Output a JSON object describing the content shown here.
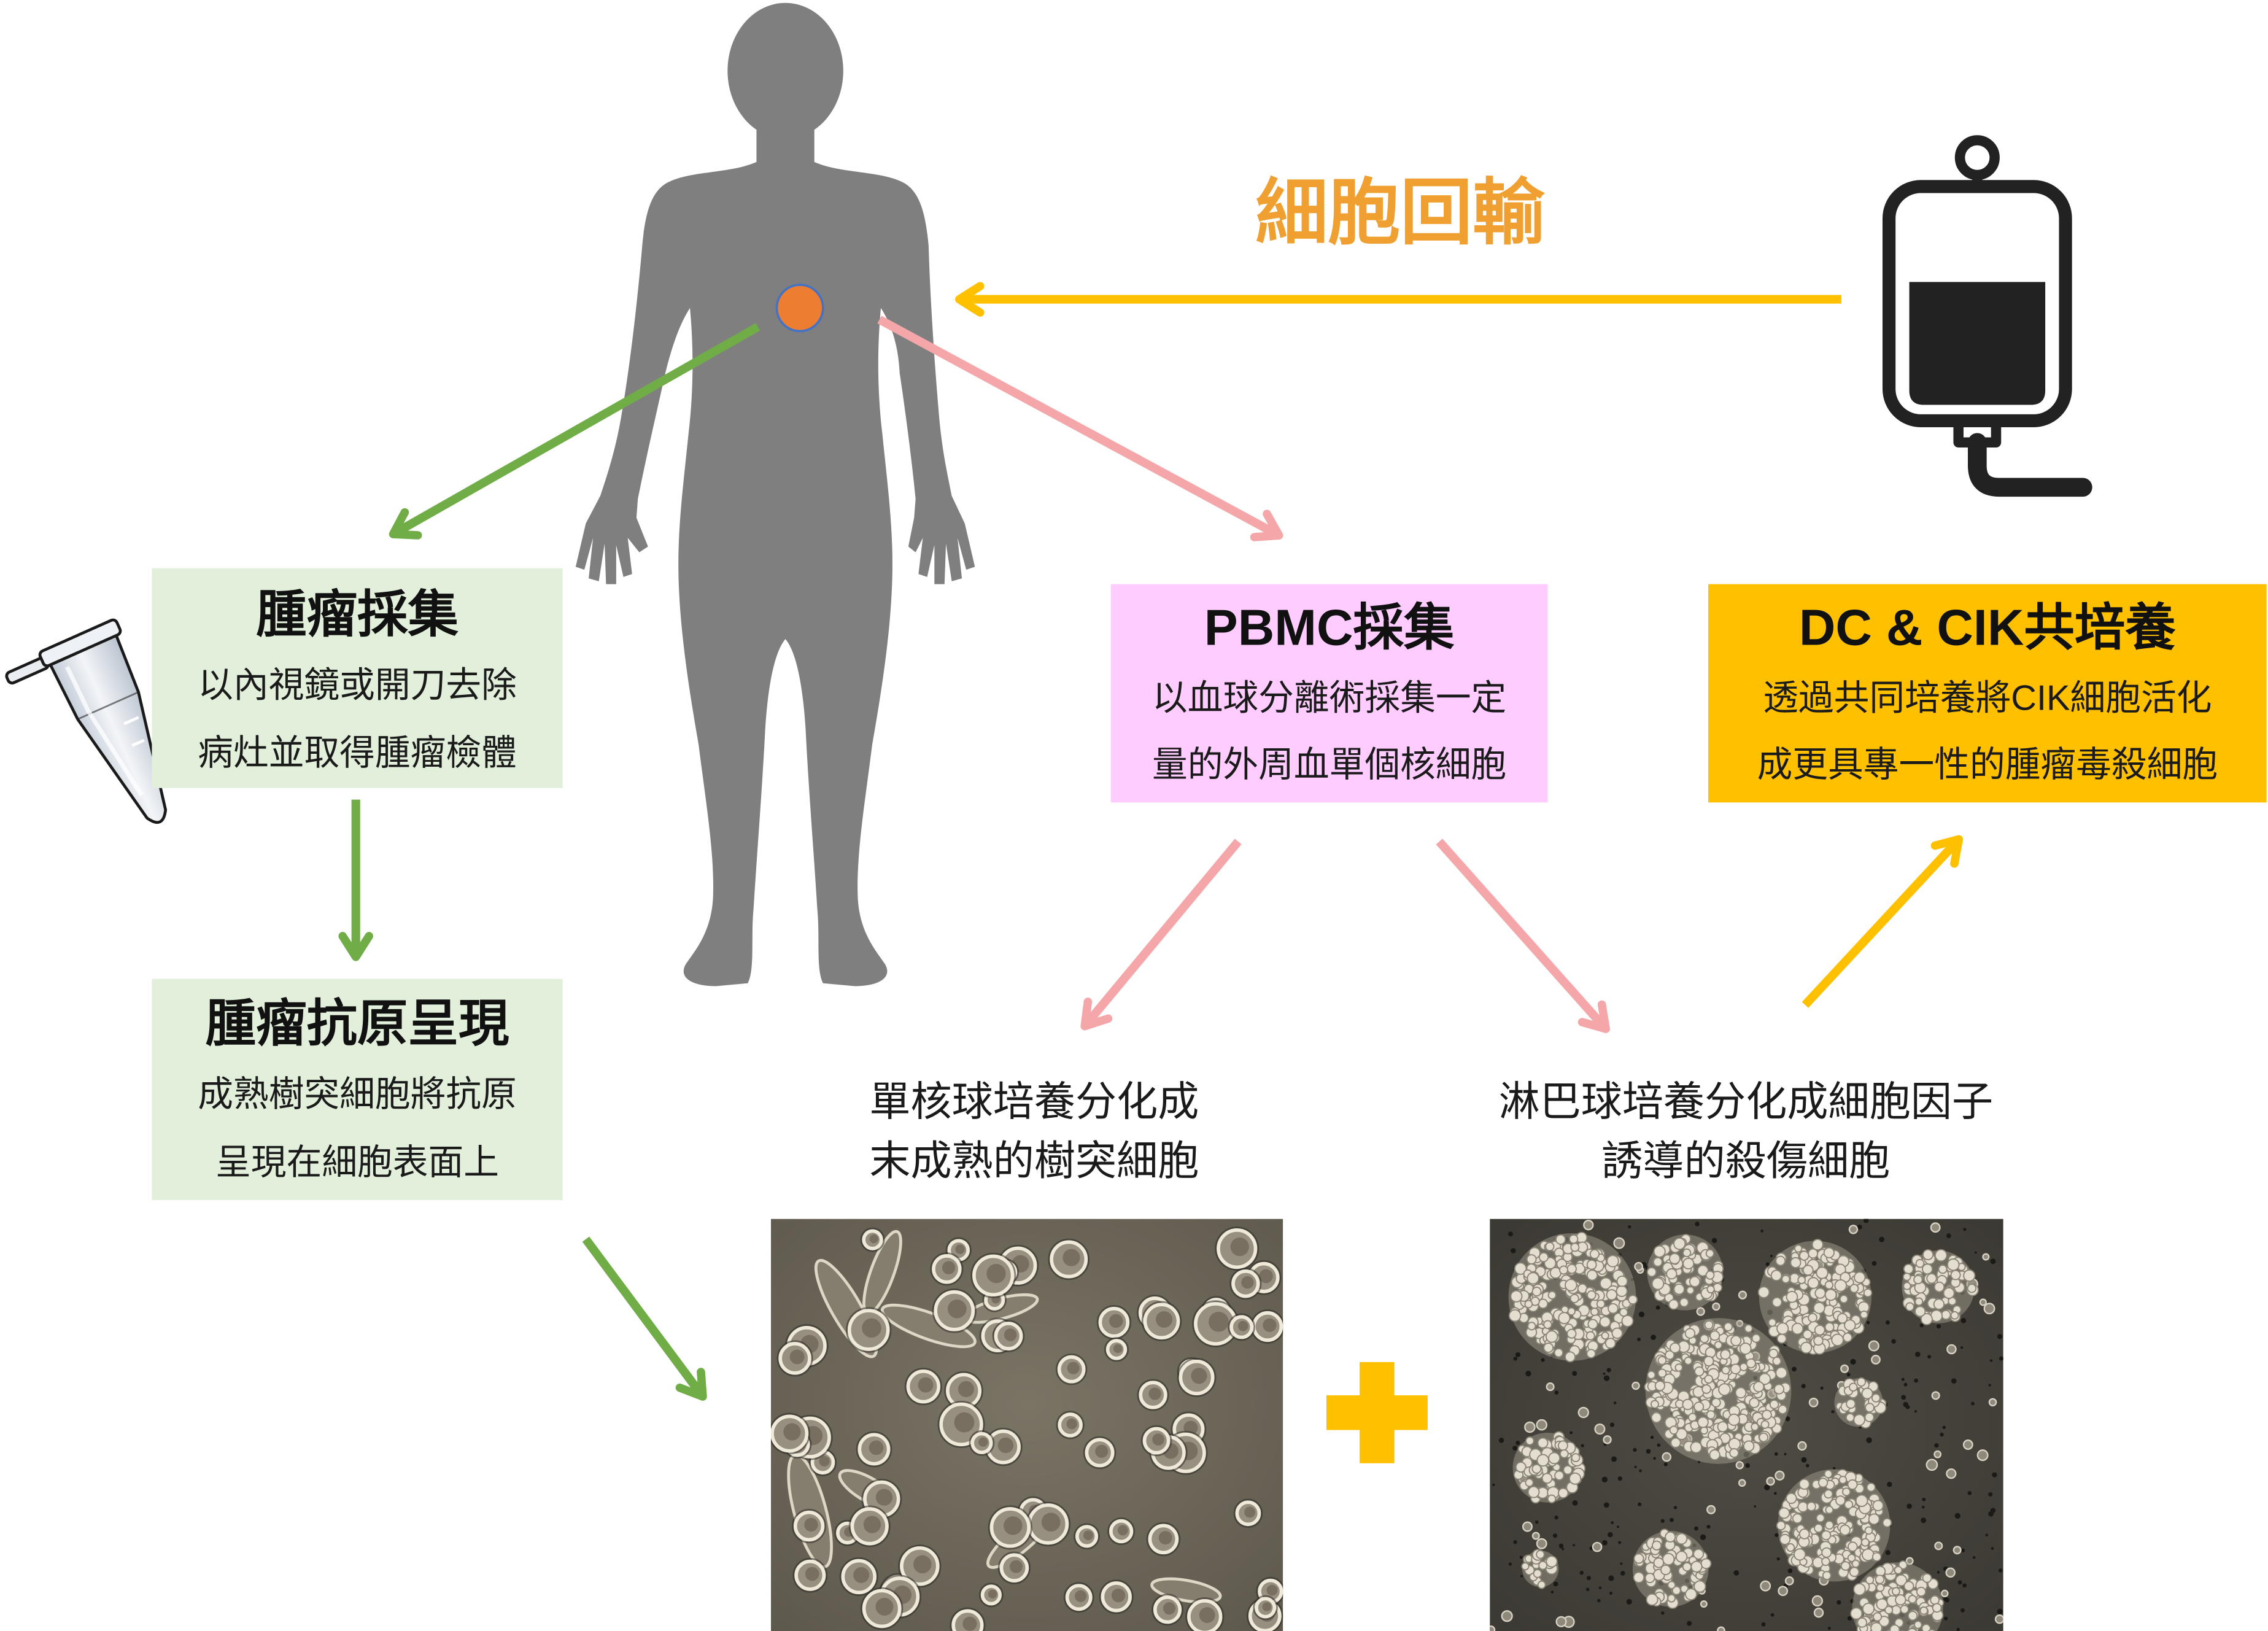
{
  "diagram": {
    "reinfusion_label": "細胞回輸",
    "tumor_collection": {
      "title": "腫瘤採集",
      "lines": [
        "以內視鏡或開刀去除",
        "病灶並取得腫瘤檢體"
      ]
    },
    "antigen_presentation": {
      "title": "腫瘤抗原呈現",
      "lines": [
        "成熟樹突細胞將抗原",
        "呈現在細胞表面上"
      ]
    },
    "pbmc_collection": {
      "title": "PBMC採集",
      "lines": [
        "以血球分離術採集一定",
        "量的外周血單個核細胞"
      ]
    },
    "coculture": {
      "title": "DC & CIK共培養",
      "lines": [
        "透過共同培養將CIK細胞活化",
        "成更具專一性的腫瘤毒殺細胞"
      ]
    },
    "monocyte_culture": {
      "lines": [
        "單核球培養分化成",
        "末成熟的樹突細胞"
      ]
    },
    "lymphocyte_culture": {
      "lines": [
        "淋巴球培養分化成細胞因子",
        "誘導的殺傷細胞"
      ]
    }
  },
  "icons": {
    "patient": "human-silhouette-icon",
    "tumor_site": "tumor-dot-icon",
    "sample_tube": "microcentrifuge-tube-icon",
    "infusion_bag": "iv-bag-icon",
    "combine": "plus-icon"
  },
  "colors": {
    "silhouette": "#7F7F7F",
    "tumor_dot": "#ED7D31",
    "green_arrow": "#70AD47",
    "pink_arrow": "#F4A6A9",
    "yellow_arrow": "#FFC000",
    "reinfusion_text": "#F0A030",
    "tumor_box": "#E2EFDA",
    "pbmc_box": "#FFCCFF",
    "coculture_box": "#FFC000",
    "plus_sign": "#FFC000"
  }
}
